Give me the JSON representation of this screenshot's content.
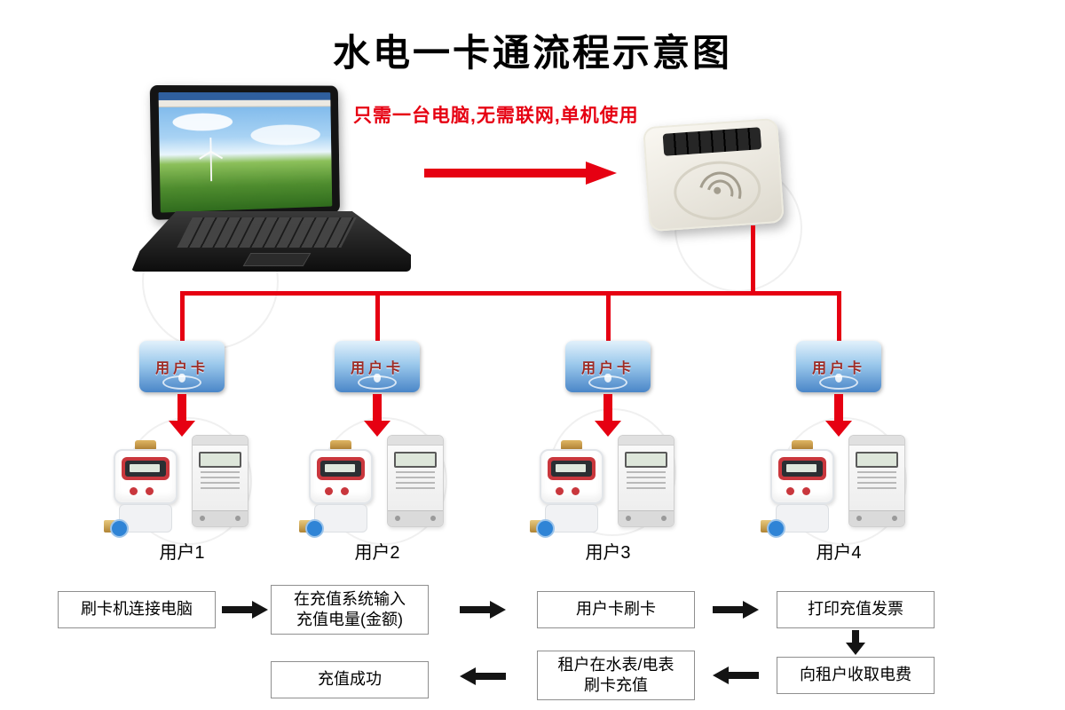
{
  "title": "水电一卡通流程示意图",
  "note": "只需一台电脑,无需联网,单机使用",
  "users": [
    {
      "card": "用户卡",
      "label": "用户1"
    },
    {
      "card": "用户卡",
      "label": "用户2"
    },
    {
      "card": "用户卡",
      "label": "用户3"
    },
    {
      "card": "用户卡",
      "label": "用户4"
    }
  ],
  "flow": {
    "step1": "刷卡机连接电脑",
    "step2": [
      "在充值系统输入",
      "充值电量(金额)"
    ],
    "step3": "用户卡刷卡",
    "step4": "打印充值发票",
    "step5": "向租户收取电费",
    "step6": [
      "租户在水表/电表",
      "刷卡充值"
    ],
    "step7": "充值成功"
  },
  "colors": {
    "accent_red": "#e60012",
    "card_blue": "#4a86c8",
    "box_border": "#8f8f8f"
  }
}
